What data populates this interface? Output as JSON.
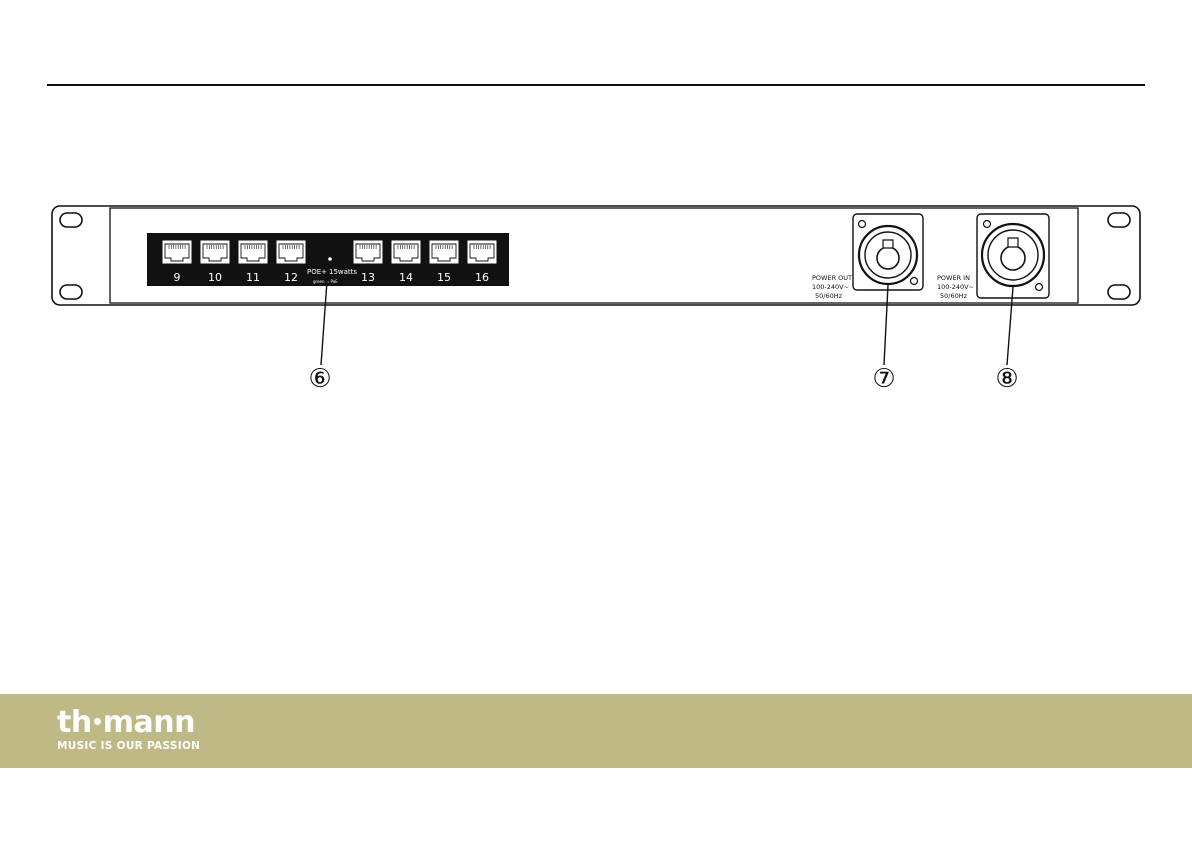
{
  "colors": {
    "footer_band": "#bfba85",
    "line": "#111111",
    "port_block": "#111111",
    "text_light": "#ffffff"
  },
  "ports": {
    "left_group": [
      "9",
      "10",
      "11",
      "12"
    ],
    "right_group": [
      "13",
      "14",
      "15",
      "16"
    ],
    "poe_label": "POE+",
    "watts_label": "15watts",
    "small_label": "green = PoE"
  },
  "power_out": {
    "label_line1": "POWER OUT",
    "label_line2": "100-240V~",
    "label_line3": "50/60Hz"
  },
  "power_in": {
    "label_line1": "POWER IN",
    "label_line2": "100-240V~",
    "label_line3": "50/60Hz"
  },
  "callouts": [
    "⑥",
    "⑦",
    "⑧"
  ],
  "brand": {
    "logo_left": "th",
    "logo_right": "mann",
    "tagline": "MUSIC IS OUR PASSION"
  }
}
